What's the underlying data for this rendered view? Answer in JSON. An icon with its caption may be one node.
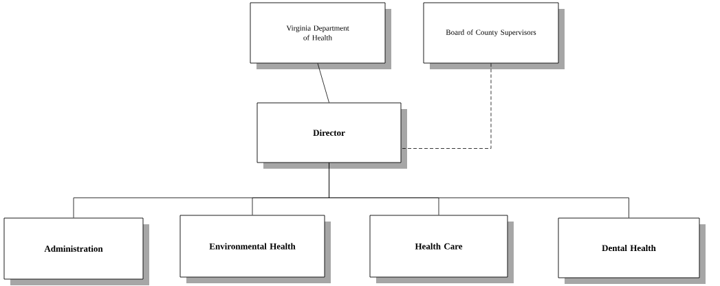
{
  "diagram": {
    "nodes": [
      {
        "text": [
          "Virginia Department of Health"
        ]
      },
      {
        "text": [
          "Board of County Supervisors"
        ]
      },
      {
        "text": [
          "Director"
        ]
      },
      {
        "text": [
          "Administration"
        ]
      },
      {
        "text": [
          "Environmental Health"
        ]
      },
      {
        "text": [
          "Health Care"
        ]
      },
      {
        "text": [
          "Dental Health"
        ]
      }
    ],
    "edges": [
      {
        "from": 0,
        "to": 2,
        "arrow": "none"
      },
      {
        "from": 1,
        "to": 2,
        "arrow": "none",
        "style": "dashed"
      },
      {
        "from": 2,
        "to": 3,
        "arrow": "none"
      },
      {
        "from": 2,
        "to": 4,
        "arrow": "none"
      },
      {
        "from": 2,
        "to": 5,
        "arrow": "none"
      },
      {
        "from": 2,
        "to": 6,
        "arrow": "none"
      }
    ]
  }
}
